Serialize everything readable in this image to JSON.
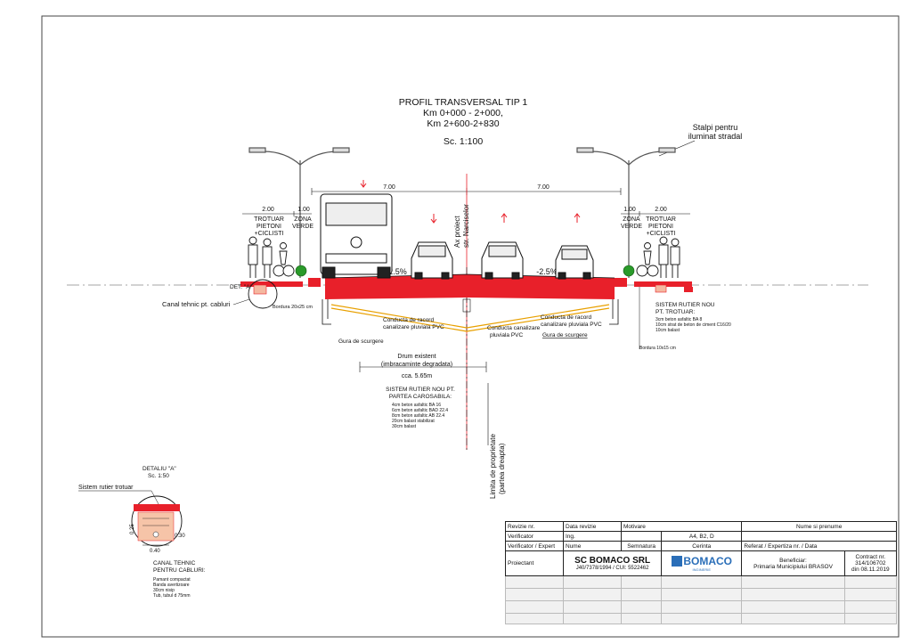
{
  "title": {
    "line1": "PROFIL TRANSVERSAL TIP 1",
    "line2": "Km 0+000 - 2+000,",
    "line3": "Km 2+600-2+830",
    "scale": "Sc. 1:100"
  },
  "labels": {
    "stalpi1": "Stalpi pentru",
    "stalpi2": "iluminat stradal",
    "dim_left_lane": "7.00",
    "dim_right_lane": "7.00",
    "dim_left_sidewalk": "2.00",
    "dim_left_green": "1.00",
    "dim_right_green": "1.00",
    "dim_right_sidewalk": "2.00",
    "trotuar_left1": "TROTUAR",
    "trotuar_left2": "PIETONI",
    "trotuar_left3": "+CICLISTI",
    "trotuar_right1": "TROTUAR",
    "trotuar_right2": "PIETONI",
    "trotuar_right3": "+CICLISTI",
    "zona_left1": "ZONA",
    "zona_left2": "VERDE",
    "zona_right1": "ZONA",
    "zona_right2": "VERDE",
    "ax1": "Ax proiect",
    "ax2": "str. Narciselor",
    "slope_left": "-2.5%",
    "slope_right": "-2.5%",
    "det_a": "DET. \"A\"",
    "canal": "Canal tehnic pt. cabluri",
    "bordura_left": "Bordura 20x25 cm",
    "conducta_left1": "Conducta de racord",
    "conducta_left2": "canalizare pluviala PVC",
    "conducta_right1": "Conducta de racord",
    "conducta_right2": "canalizare pluviala PVC",
    "conducta_mid1": "Conducta canalizare",
    "conducta_mid2": "pluviala PVC",
    "gura_left": "Gura de scurgere",
    "gura_right": "Gura de scurgere",
    "sistem_trotuar1": "SISTEM RUTIER NOU",
    "sistem_trotuar2": "PT. TROTUAR:",
    "sistem_trotuar3": "3cm beton asfaltic BA 8",
    "sistem_trotuar4": "10cm strat de beton de ciment C16/20",
    "sistem_trotuar5": "10cm balast",
    "bordura_right": "Bordura 10x15 cm",
    "drum1": "Drum existent",
    "drum2": "(imbracaminte degradata)",
    "drum3": "cca. 5.65m",
    "sistem_parte1": "SISTEM RUTIER NOU PT.",
    "sistem_parte2": "PARTEA CAROSABILA:",
    "sistem_parte3": "4cm beton asfaltic BA 16",
    "sistem_parte4": "6cm beton asfaltic BAD 22.4",
    "sistem_parte5": "8cm beton asfaltic AB 22.4",
    "sistem_parte6": "20cm balast stabilizat",
    "sistem_parte7": "30cm balast",
    "limita1": "Limita de proprietate",
    "limita2": "(partea dreapta)",
    "detaliu1": "DETALIU \"A\"",
    "detaliu2": "Sc. 1:50",
    "sistem_rutier_trotuar": "Sistem rutier trotuar",
    "dim_det1": "0.40",
    "dim_det2": "0.25",
    "dim_det3": "0.30",
    "canal_tehnic1": "CANAL TEHNIC",
    "canal_tehnic2": "PENTRU CABLURI:",
    "canal_tehnic3": "Pamant compactat",
    "canal_tehnic4": "Banda avertizoare",
    "canal_tehnic5": "30cm nisip",
    "canal_tehnic6": "Tub, tubul d 75mm"
  },
  "titleblock": {
    "revizie": "Revizie nr.",
    "data_revizie": "Data revizie",
    "motivare": "Motivare",
    "nume_prenume": "Nume si prenume",
    "verificator": "Verificator",
    "ing": "Ing.",
    "format": "A4, B2, D",
    "verificator_expert": "Verificator / Expert",
    "nume": "Nume",
    "semnatura": "Semnatura",
    "cerinta": "Cerinta",
    "referat": "Referat / Expertiza nr. / Data",
    "proiectant": "Proiectant",
    "company": "SC BOMACO SRL",
    "company_reg": "J40/7378/1994 / CUI: 5522462",
    "logo": "BOMACO",
    "logo_sub": "INGINERIE",
    "beneficiar": "Beneficiar:",
    "beneficiar_name": "Primaria Municipiului BRASOV",
    "contract1": "Contract nr.",
    "contract2": "314/106702",
    "contract3": "din 08.11.2019"
  },
  "colors": {
    "red": "#e8202a",
    "orange": "#e8a000",
    "logo_blue": "#2a6eb8",
    "green": "#2a9a2a"
  }
}
